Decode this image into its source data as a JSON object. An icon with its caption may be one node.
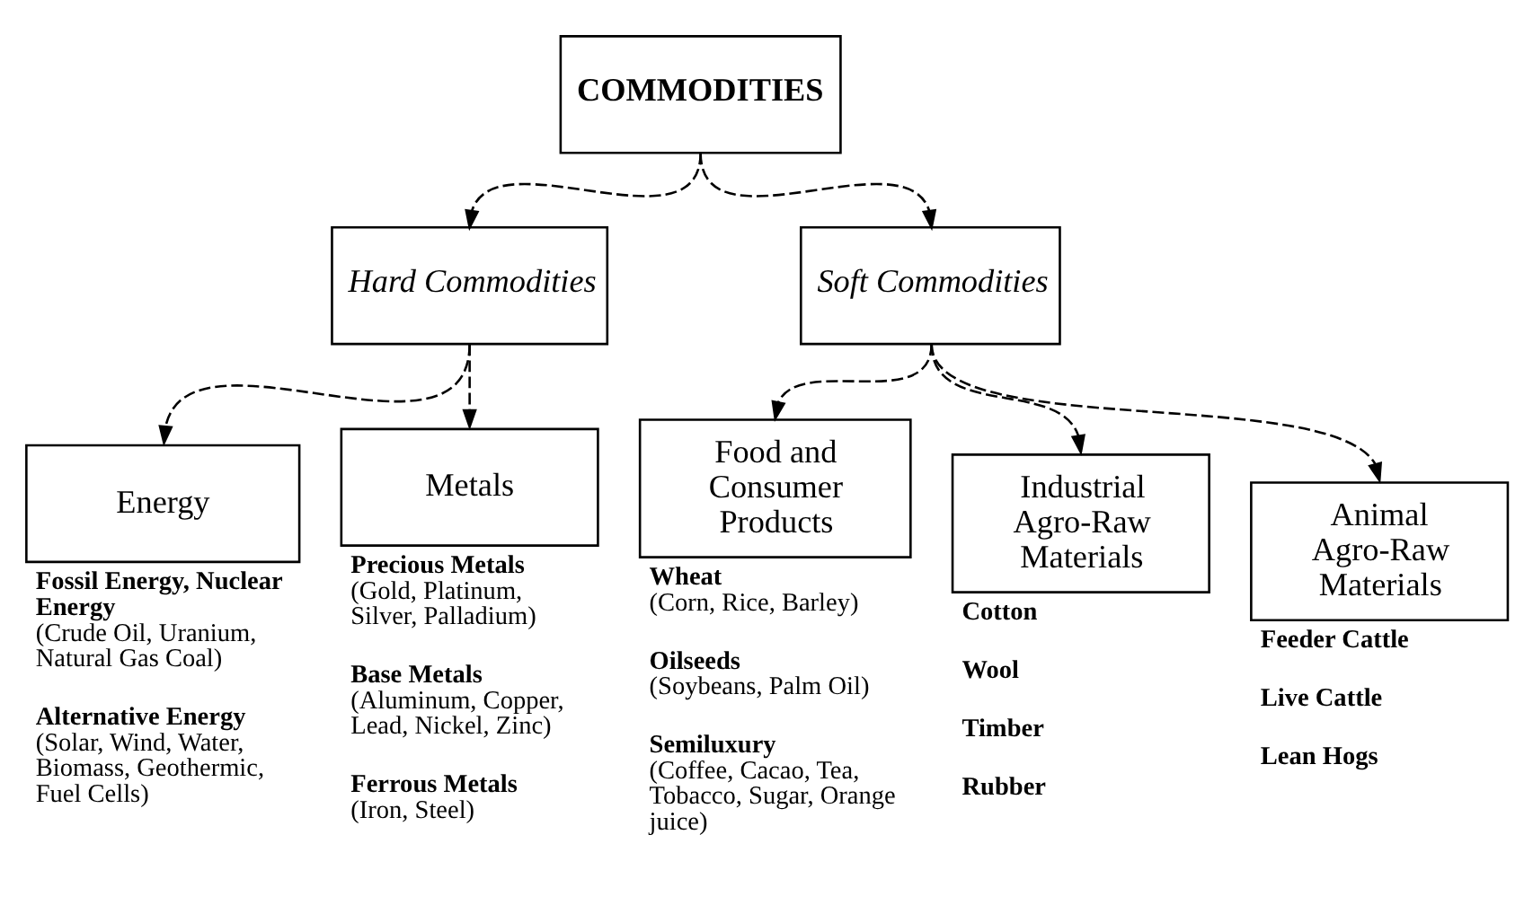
{
  "diagram": {
    "nodes": [
      {
        "text": [
          "COMMODITIES"
        ]
      },
      {
        "text": [
          "Hard Commodities"
        ]
      },
      {
        "text": [
          "Soft Commodities"
        ]
      },
      {
        "text": [
          "Energy"
        ],
        "beside": [
          "**Fossil Energy, Nuclear Energy** (Crude Oil, Uranium, Natural Gas Coal)",
          "**Alternative Energy** (Solar, Wind, Water, Biomass, Geothermic, Fuel Cells)"
        ]
      },
      {
        "text": [
          "Metals"
        ],
        "beside": [
          "**Precious Metals** (Gold, Platinum, Silver, Palladium)",
          "**Base Metals** (Aluminum, Copper, Lead, Nickel, Zinc)",
          "**Ferrous Metals** (Iron, Steel)"
        ]
      },
      {
        "text": [
          "Food and Consumer Products"
        ],
        "beside": [
          "**Wheat** (Corn, Rice, Barley)",
          "**Oilseeds** (Soybeans, Palm Oil)",
          "**Semiluxury** (Coffee, Cacao, Tea, Tobacco, Sugar, Orange juice)"
        ]
      },
      {
        "text": [
          "Industrial Agro-Raw Materials"
        ],
        "beside": [
          "**Cotton**",
          "**Wool**",
          "**Timber**",
          "**Rubber**"
        ]
      },
      {
        "text": [
          "Animal Agro-Raw Materials"
        ],
        "beside": [
          "**Feeder Cattle**",
          "**Live Cattle**",
          "**Lean Hogs**"
        ]
      }
    ],
    "edges": [
      {
        "from": 0,
        "to": 1,
        "arrow": "to",
        "style": "dashed"
      },
      {
        "from": 0,
        "to": 2,
        "arrow": "to",
        "style": "dashed"
      },
      {
        "from": 1,
        "to": 3,
        "arrow": "to",
        "style": "dashed"
      },
      {
        "from": 1,
        "to": 4,
        "arrow": "to",
        "style": "dashed"
      },
      {
        "from": 2,
        "to": 5,
        "arrow": "to",
        "style": "dashed"
      },
      {
        "from": 2,
        "to": 6,
        "arrow": "to",
        "style": "dashed"
      },
      {
        "from": 2,
        "to": 7,
        "arrow": "to",
        "style": "dashed"
      }
    ]
  }
}
